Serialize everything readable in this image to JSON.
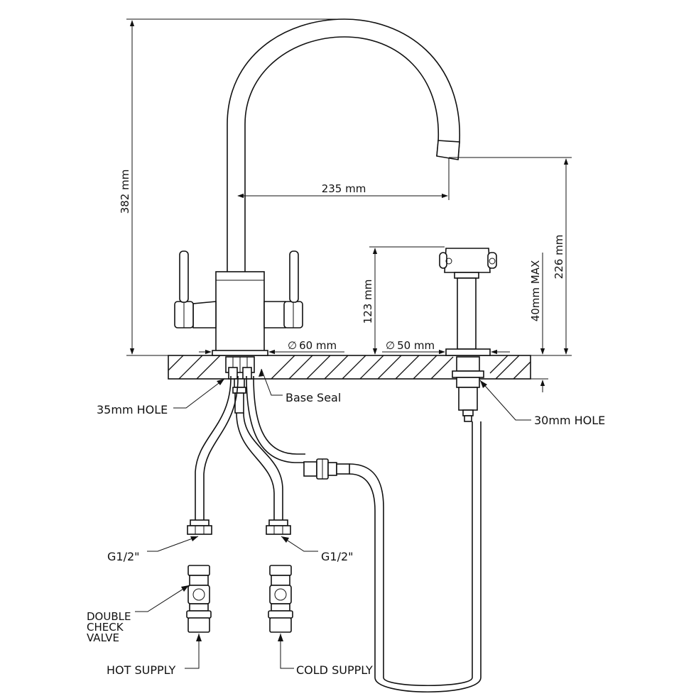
{
  "colors": {
    "line": "#111111",
    "background": "#ffffff"
  },
  "dimensions": {
    "overall_height": "382 mm",
    "spout_reach": "235 mm",
    "spout_height": "226 mm",
    "spray_height": "123 mm",
    "worktop_thickness": "40mm MAX",
    "tap_base_diameter": "60 mm",
    "spray_base_diameter": "50 mm"
  },
  "diameter_symbol": "∅",
  "labels": {
    "base_seal": "Base Seal",
    "tap_hole": "35mm HOLE",
    "spray_hole": "30mm HOLE",
    "connector_left": "G1/2\"",
    "connector_right": "G1/2\"",
    "valve": [
      "DOUBLE",
      "CHECK",
      "VALVE"
    ],
    "hot_supply": "HOT SUPPLY",
    "cold_supply": "COLD SUPPLY"
  }
}
